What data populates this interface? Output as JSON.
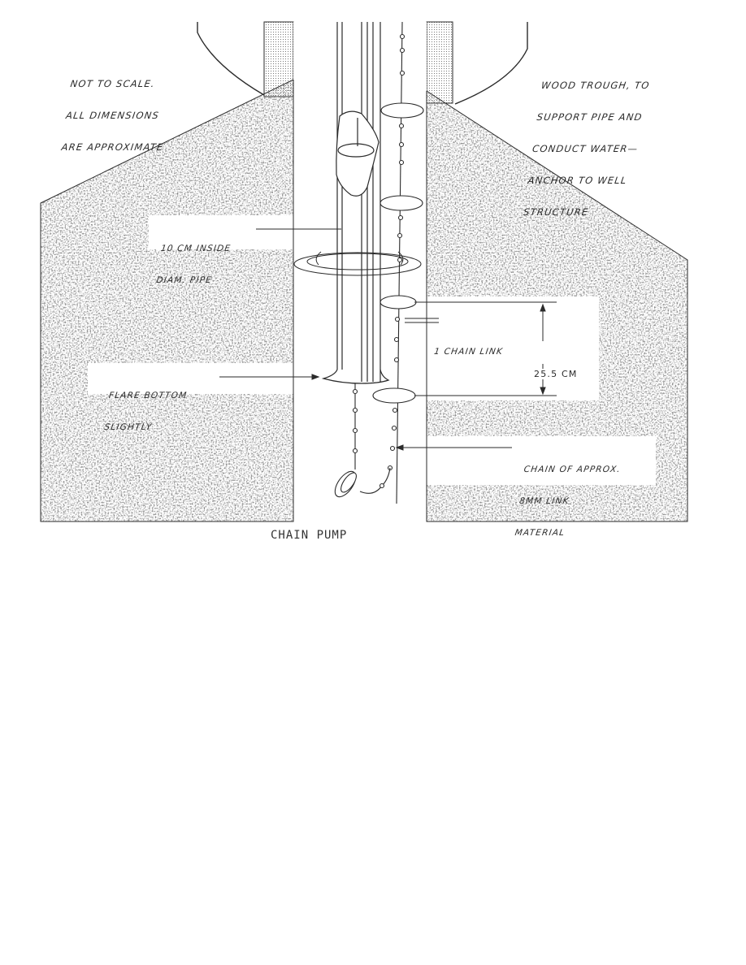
{
  "figure": {
    "caption": "CHAIN PUMP",
    "colors": {
      "ink": "#2a2a2a",
      "stipple": "#6a6a6a",
      "paper": "#ffffff"
    }
  },
  "annotations": {
    "scale_note": {
      "lines": [
        "NOT TO SCALE.",
        "ALL DIMENSIONS",
        "ARE APPROXIMATE"
      ]
    },
    "trough_note": {
      "lines": [
        "WOOD TROUGH, TO",
        "SUPPORT PIPE AND",
        "CONDUCT WATER—",
        "ANCHOR TO WELL",
        "STRUCTURE"
      ]
    },
    "pipe_note": {
      "lines": [
        "10 CM INSIDE",
        "DIAM. PIPE"
      ]
    },
    "flare_note": {
      "lines": [
        "FLARE BOTTOM",
        "SLIGHTLY"
      ]
    },
    "chain_link_note": {
      "text": "1 CHAIN LINK"
    },
    "spacing_dimension": {
      "text": "25.5 CM"
    },
    "chain_note": {
      "lines": [
        "CHAIN OF APPROX.",
        "8MM LINK",
        "MATERIAL"
      ]
    }
  }
}
